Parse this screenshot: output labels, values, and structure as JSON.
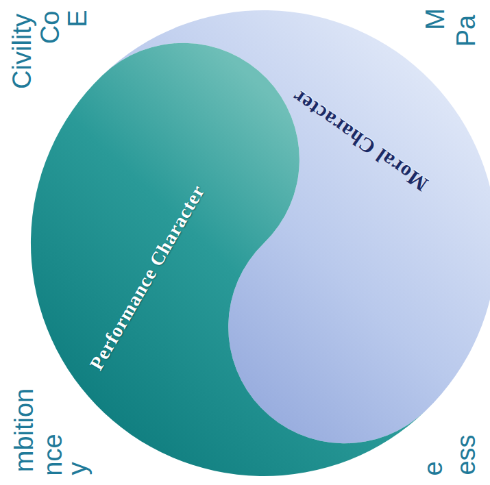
{
  "diagram": {
    "nodes": [
      {
        "text": [
          "Moral Character"
        ]
      },
      {
        "text": [
          "Performance Character"
        ]
      }
    ],
    "labels": [
      "Civility",
      "Co",
      "E",
      "M",
      "Pa",
      "mbition",
      "nce",
      "y",
      "e",
      "ess"
    ]
  }
}
